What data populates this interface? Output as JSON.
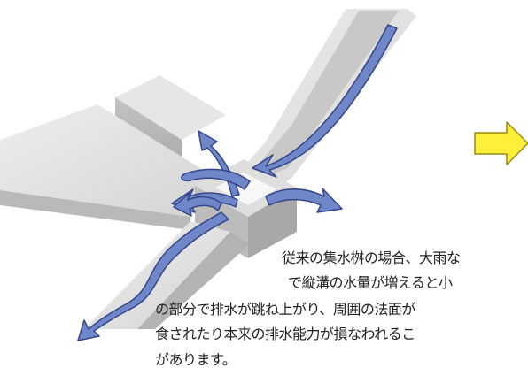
{
  "caption": {
    "line1": "従来の集水桝の場合、大雨な",
    "line2": "で縦溝の水量が増えると小",
    "line3": "の部分で排水が跳ね上がり、周囲の法面が",
    "line4": "食されたり本来の排水能力が損なわれるこ",
    "line5": "があります。"
  },
  "colors": {
    "flow_arrow_fill": "#6f86c8",
    "flow_arrow_stroke": "#34478a",
    "next_arrow_fill": "#ffee3a",
    "next_arrow_stroke": "#9a8a10",
    "concrete": "#d9d9d9"
  },
  "icons": {
    "next_arrow": "right-arrow-icon"
  }
}
